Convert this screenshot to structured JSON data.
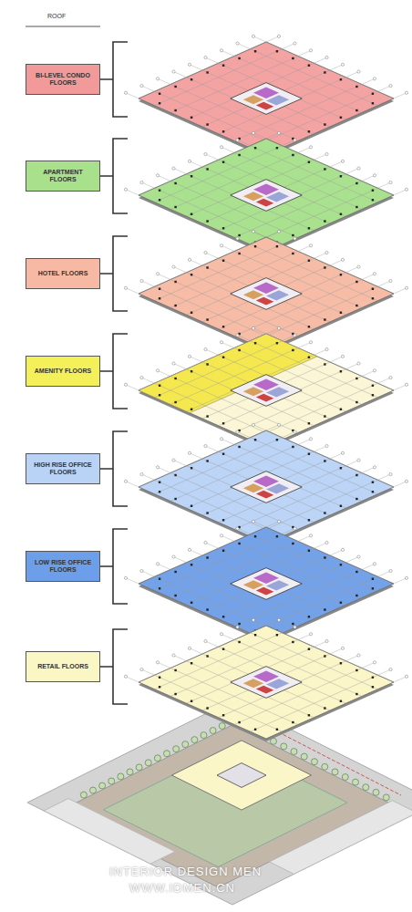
{
  "diagram": {
    "nodes": [
      {
        "text": [
          "BI-LEVEL CONDO FLOORS"
        ]
      },
      {
        "text": [
          "APARTMENT FLOORS"
        ]
      },
      {
        "text": [
          "HOTEL FLOORS"
        ]
      },
      {
        "text": [
          "AMENITY FLOORS"
        ]
      },
      {
        "text": [
          "HIGH RISE OFFICE FLOORS"
        ]
      },
      {
        "text": [
          "LOW RISE OFFICE FLOORS"
        ]
      },
      {
        "text": [
          "RETAIL FLOORS"
        ]
      }
    ],
    "labels": [
      "ROOF",
      "INTERIOR DESIGN MEN",
      "WWW.IDMEN.CN"
    ]
  }
}
